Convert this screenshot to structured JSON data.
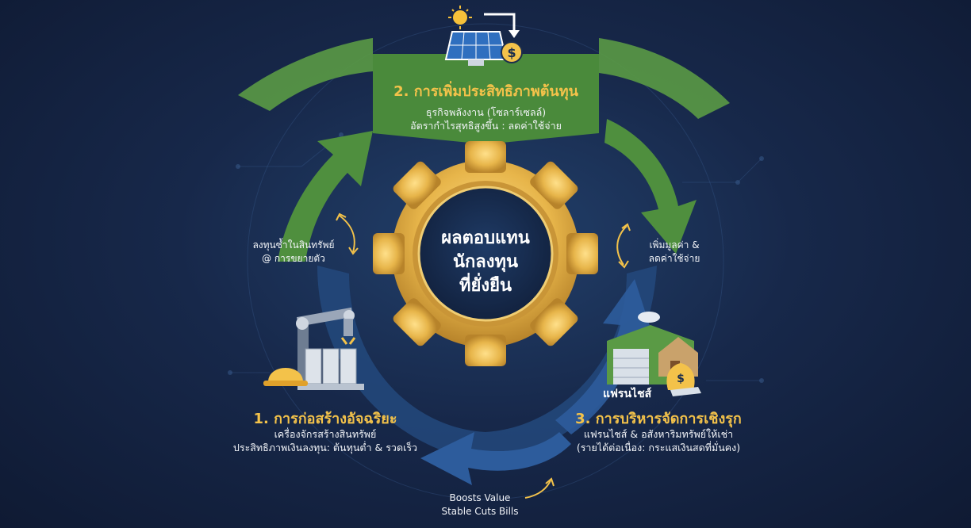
{
  "center": {
    "line1": "ผลตอบแทน",
    "line2": "นักลงทุน",
    "line3": "ที่ยั่งยืน"
  },
  "step1": {
    "title": "1. การก่อสร้างอัจฉริยะ",
    "line1": "เครื่องจักรสร้างสินทรัพย์",
    "line2": "ประสิทธิภาพเงินลงทุน: ต้นทุนต่ำ & รวดเร็ว"
  },
  "step2": {
    "title": "2. การเพิ่มประสิทธิภาพต้นทุน",
    "line1": "ธุรกิจพลังงาน (โซลาร์เซลล์)",
    "line2": "อัตรากำไรสุทธิสูงขึ้น : ลดค่าใช้จ่าย"
  },
  "step3": {
    "title": "3. การบริหารจัดการเชิงรุก",
    "line1": "แฟรนไชส์ & อสังหาริมทรัพย์ให้เช่า",
    "line2": "(รายได้ต่อเนื่อง: กระแสเงินสดที่มั่นคง)",
    "tag": "แฟรนไชส์"
  },
  "link_left": {
    "line1": "ลงทุนซ้ำในสินทรัพย์",
    "line2": "@ การขยายตัว"
  },
  "link_right": {
    "line1": "เพิ่มมูลค่า &",
    "line2": "ลดค่าใช้จ่าย"
  },
  "link_bottom": {
    "line1": "Boosts Value",
    "line2": "Stable Cuts Bills"
  },
  "icons": [
    "solar-panel-icon",
    "sun-icon",
    "dollar-coin-icon",
    "robot-arm-icon",
    "hard-hat-icon",
    "warehouse-icon",
    "house-icon",
    "money-bag-icon",
    "gear-icon"
  ],
  "colors": {
    "green": "#4f8f3e",
    "blue": "#2d5c9c",
    "gold": "#e7b54a",
    "background": "#17284a",
    "title_gold": "#f3c24a"
  }
}
